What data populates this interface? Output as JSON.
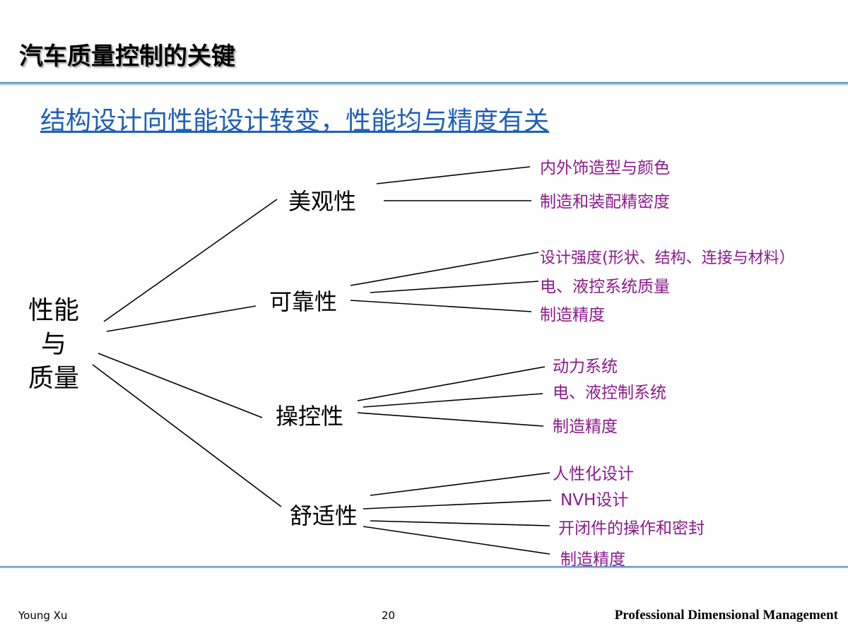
{
  "slide": {
    "title": "汽车质量控制的关键",
    "subtitle": "结构设计向性能设计转变，性能均与精度有关"
  },
  "diagram": {
    "root": {
      "line1": "性能",
      "line2": "与",
      "line3": "质量"
    },
    "branches": [
      {
        "label": "美观性",
        "leaves": [
          "内外饰造型与颜色",
          "制造和装配精密度"
        ]
      },
      {
        "label": "可靠性",
        "leaves": [
          "设计强度(形状、结构、连接与材料）",
          "电、液控系统质量",
          "制造精度"
        ]
      },
      {
        "label": "操控性",
        "leaves": [
          "动力系统",
          "电、液控制系统",
          "制造精度"
        ]
      },
      {
        "label": "舒适性",
        "leaves": [
          "人性化设计",
          "NVH设计",
          "开闭件的操作和密封",
          "制造精度"
        ]
      }
    ]
  },
  "footer": {
    "author": "Young Xu",
    "page": "20",
    "org": "Professional Dimensional Management"
  },
  "colors": {
    "title_rule": "#4f81bd",
    "subtitle": "#1f5fb7",
    "leaf_text": "#8b1a8b",
    "connector": "#000000"
  }
}
